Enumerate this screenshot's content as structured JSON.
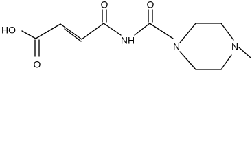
{
  "structure": {
    "atoms": {
      "hydroxyl": "HO",
      "acid_carbonyl_oxygen": "O",
      "amide_carbonyl_oxygen": "O",
      "imide_nitrogen": "NH",
      "urea_carbonyl_oxygen": "O",
      "ring_nitrogen_left": "N",
      "ring_nitrogen_right": "N"
    }
  }
}
